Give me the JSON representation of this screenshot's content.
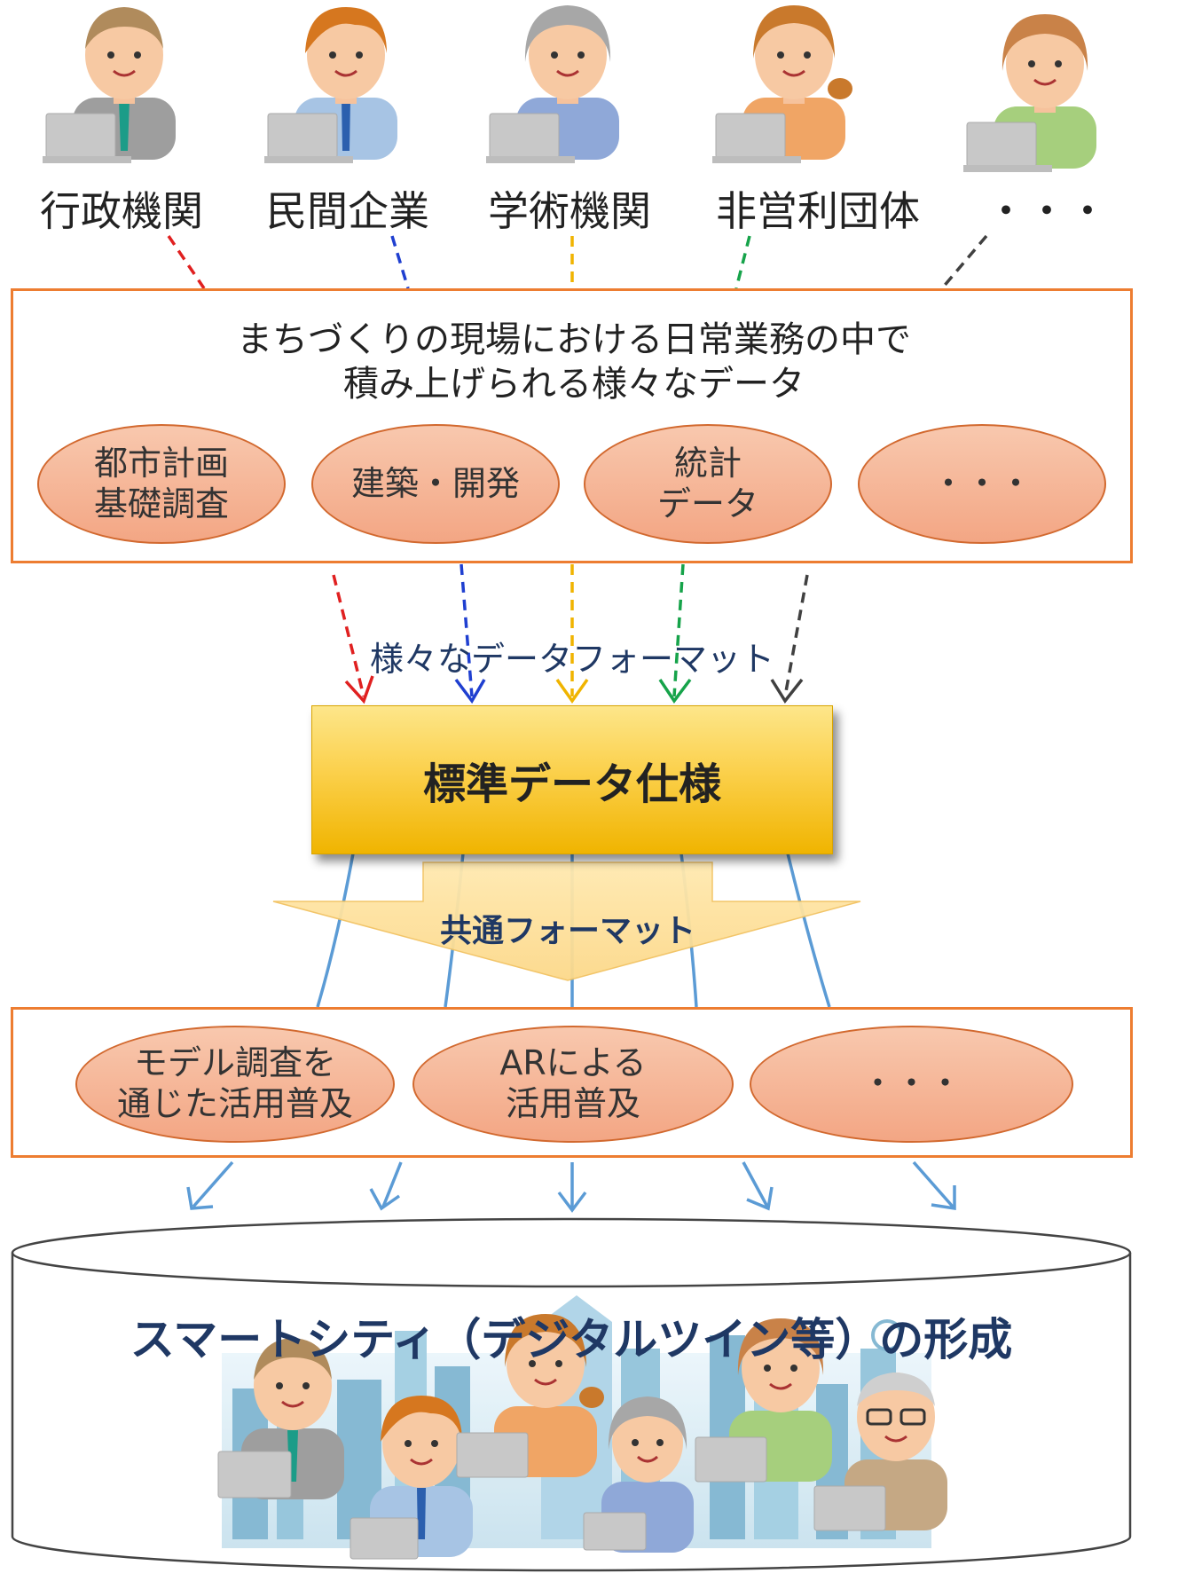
{
  "organizations": [
    "行政機関",
    "民間企業",
    "学術機関",
    "非営利団体",
    "・・・"
  ],
  "data_box": {
    "title_line1": "まちづくりの現場における日常業務の中で",
    "title_line2": "積み上げられる様々なデータ",
    "items": [
      {
        "line1": "都市計画",
        "line2": "基礎調査"
      },
      {
        "line1": "建築・開発",
        "line2": ""
      },
      {
        "line1": "統計",
        "line2": "データ"
      },
      {
        "line1": "・・・",
        "line2": ""
      }
    ]
  },
  "various_formats_label": "様々なデータフォーマット",
  "standard_spec_label": "標準データ仕様",
  "common_format_label": "共通フォーマット",
  "utilization_box": {
    "items": [
      {
        "line1": "モデル調査を",
        "line2": "通じた活用普及"
      },
      {
        "line1": "ARによる",
        "line2": "活用普及"
      },
      {
        "line1": "・・・",
        "line2": ""
      }
    ]
  },
  "smart_city_label": "スマートシティ（デジタルツイン等）の形成",
  "colors": {
    "arrow_red": "#e02020",
    "arrow_blue": "#1f3fd0",
    "arrow_yellow": "#f0b400",
    "arrow_green": "#16a34a",
    "arrow_dark": "#404040",
    "orange_border": "#ed7d31",
    "flow_blue": "#5b9bd5",
    "navy_text": "#1f3864"
  }
}
